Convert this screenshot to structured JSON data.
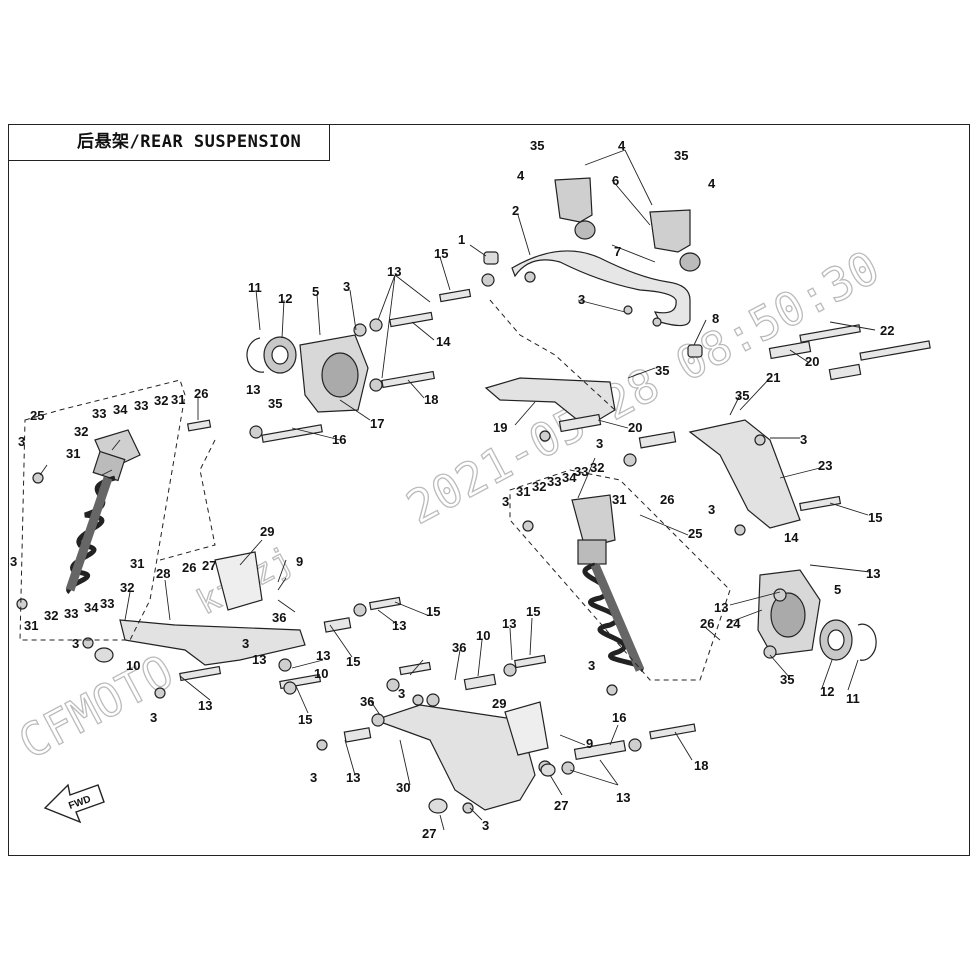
{
  "diagram": {
    "title": "后悬架/REAR SUSPENSION",
    "watermark_date": "2021-05-28 08:50:30",
    "watermark_user": "kf-zj",
    "watermark_brand": "CFMOTO",
    "fwd_label": "FWD",
    "colors": {
      "line": "#222",
      "part": "#dcdcdc",
      "watermark": "#bbbbbb"
    }
  },
  "callouts": [
    {
      "id": "c1",
      "text": "1"
    },
    {
      "id": "c2",
      "text": "2"
    },
    {
      "id": "c3a",
      "text": "3"
    },
    {
      "id": "c4a",
      "text": "4"
    },
    {
      "id": "c4b",
      "text": "4"
    },
    {
      "id": "c4c",
      "text": "4"
    },
    {
      "id": "c35a",
      "text": "35"
    },
    {
      "id": "c35b",
      "text": "35"
    },
    {
      "id": "c6",
      "text": "6"
    },
    {
      "id": "c7",
      "text": "7"
    },
    {
      "id": "c8",
      "text": "8"
    },
    {
      "id": "c11a",
      "text": "11"
    },
    {
      "id": "c12a",
      "text": "12"
    },
    {
      "id": "c5a",
      "text": "5"
    },
    {
      "id": "c3b",
      "text": "3"
    },
    {
      "id": "c13a",
      "text": "13"
    },
    {
      "id": "c15a",
      "text": "15"
    },
    {
      "id": "c14a",
      "text": "14"
    },
    {
      "id": "c18a",
      "text": "18"
    },
    {
      "id": "c13b",
      "text": "13"
    },
    {
      "id": "c35c",
      "text": "35"
    },
    {
      "id": "c16a",
      "text": "16"
    },
    {
      "id": "c17",
      "text": "17"
    },
    {
      "id": "c19",
      "text": "19"
    },
    {
      "id": "c35d",
      "text": "35"
    },
    {
      "id": "c20a",
      "text": "20"
    },
    {
      "id": "c22",
      "text": "22"
    },
    {
      "id": "c20b",
      "text": "20"
    },
    {
      "id": "c21",
      "text": "21"
    },
    {
      "id": "c35e",
      "text": "35"
    },
    {
      "id": "c3c",
      "text": "3"
    },
    {
      "id": "c3d",
      "text": "3"
    },
    {
      "id": "c23",
      "text": "23"
    },
    {
      "id": "c25a",
      "text": "25"
    },
    {
      "id": "c33a",
      "text": "33"
    },
    {
      "id": "c34a",
      "text": "34"
    },
    {
      "id": "c33b",
      "text": "33"
    },
    {
      "id": "c32a",
      "text": "32"
    },
    {
      "id": "c31a",
      "text": "31"
    },
    {
      "id": "c26a",
      "text": "26"
    },
    {
      "id": "c32b",
      "text": "32"
    },
    {
      "id": "c31b",
      "text": "31"
    },
    {
      "id": "c3e",
      "text": "3"
    },
    {
      "id": "c3f",
      "text": "3"
    },
    {
      "id": "c31c",
      "text": "31"
    },
    {
      "id": "c32c",
      "text": "32"
    },
    {
      "id": "c33c",
      "text": "33"
    },
    {
      "id": "c34b",
      "text": "34"
    },
    {
      "id": "c33d",
      "text": "33"
    },
    {
      "id": "c32d",
      "text": "32"
    },
    {
      "id": "c31d",
      "text": "31"
    },
    {
      "id": "c26b",
      "text": "26"
    },
    {
      "id": "c3g",
      "text": "3"
    },
    {
      "id": "c15b",
      "text": "15"
    },
    {
      "id": "c25b",
      "text": "25"
    },
    {
      "id": "c3h",
      "text": "3"
    },
    {
      "id": "c14b",
      "text": "14"
    },
    {
      "id": "c13c",
      "text": "13"
    },
    {
      "id": "c5b",
      "text": "5"
    },
    {
      "id": "c13d",
      "text": "13"
    },
    {
      "id": "c24",
      "text": "24"
    },
    {
      "id": "c35f",
      "text": "35"
    },
    {
      "id": "c12b",
      "text": "12"
    },
    {
      "id": "c11b",
      "text": "11"
    },
    {
      "id": "c29a",
      "text": "29"
    },
    {
      "id": "c26c",
      "text": "26"
    },
    {
      "id": "c27a",
      "text": "27"
    },
    {
      "id": "c9a",
      "text": "9"
    },
    {
      "id": "c28",
      "text": "28"
    },
    {
      "id": "c36a",
      "text": "36"
    },
    {
      "id": "c31e",
      "text": "31"
    },
    {
      "id": "c32e",
      "text": "32"
    },
    {
      "id": "c31f",
      "text": "31"
    },
    {
      "id": "c32f",
      "text": "32"
    },
    {
      "id": "c33e",
      "text": "33"
    },
    {
      "id": "c34c",
      "text": "34"
    },
    {
      "id": "c33f",
      "text": "33"
    },
    {
      "id": "c3i",
      "text": "3"
    },
    {
      "id": "c10a",
      "text": "10"
    },
    {
      "id": "c3j",
      "text": "3"
    },
    {
      "id": "c13e",
      "text": "13"
    },
    {
      "id": "c13f",
      "text": "13"
    },
    {
      "id": "c15c",
      "text": "15"
    },
    {
      "id": "c13g",
      "text": "13"
    },
    {
      "id": "c15d",
      "text": "15"
    },
    {
      "id": "c10b",
      "text": "10"
    },
    {
      "id": "c13h",
      "text": "13"
    },
    {
      "id": "c15e",
      "text": "15"
    },
    {
      "id": "c36b",
      "text": "36"
    },
    {
      "id": "c10c",
      "text": "10"
    },
    {
      "id": "c13i",
      "text": "13"
    },
    {
      "id": "c15f",
      "text": "15"
    },
    {
      "id": "c3k",
      "text": "3"
    },
    {
      "id": "c3l",
      "text": "3"
    },
    {
      "id": "c36c",
      "text": "36"
    },
    {
      "id": "c13j",
      "text": "13"
    },
    {
      "id": "c3m",
      "text": "3"
    },
    {
      "id": "c30",
      "text": "30"
    },
    {
      "id": "c29b",
      "text": "29"
    },
    {
      "id": "c9b",
      "text": "9"
    },
    {
      "id": "c16b",
      "text": "16"
    },
    {
      "id": "c18b",
      "text": "18"
    },
    {
      "id": "c27b",
      "text": "27"
    },
    {
      "id": "c13k",
      "text": "13"
    },
    {
      "id": "c27c",
      "text": "27"
    },
    {
      "id": "c3n",
      "text": "3"
    },
    {
      "id": "c26d",
      "text": "26"
    },
    {
      "id": "c3o",
      "text": "3"
    }
  ]
}
